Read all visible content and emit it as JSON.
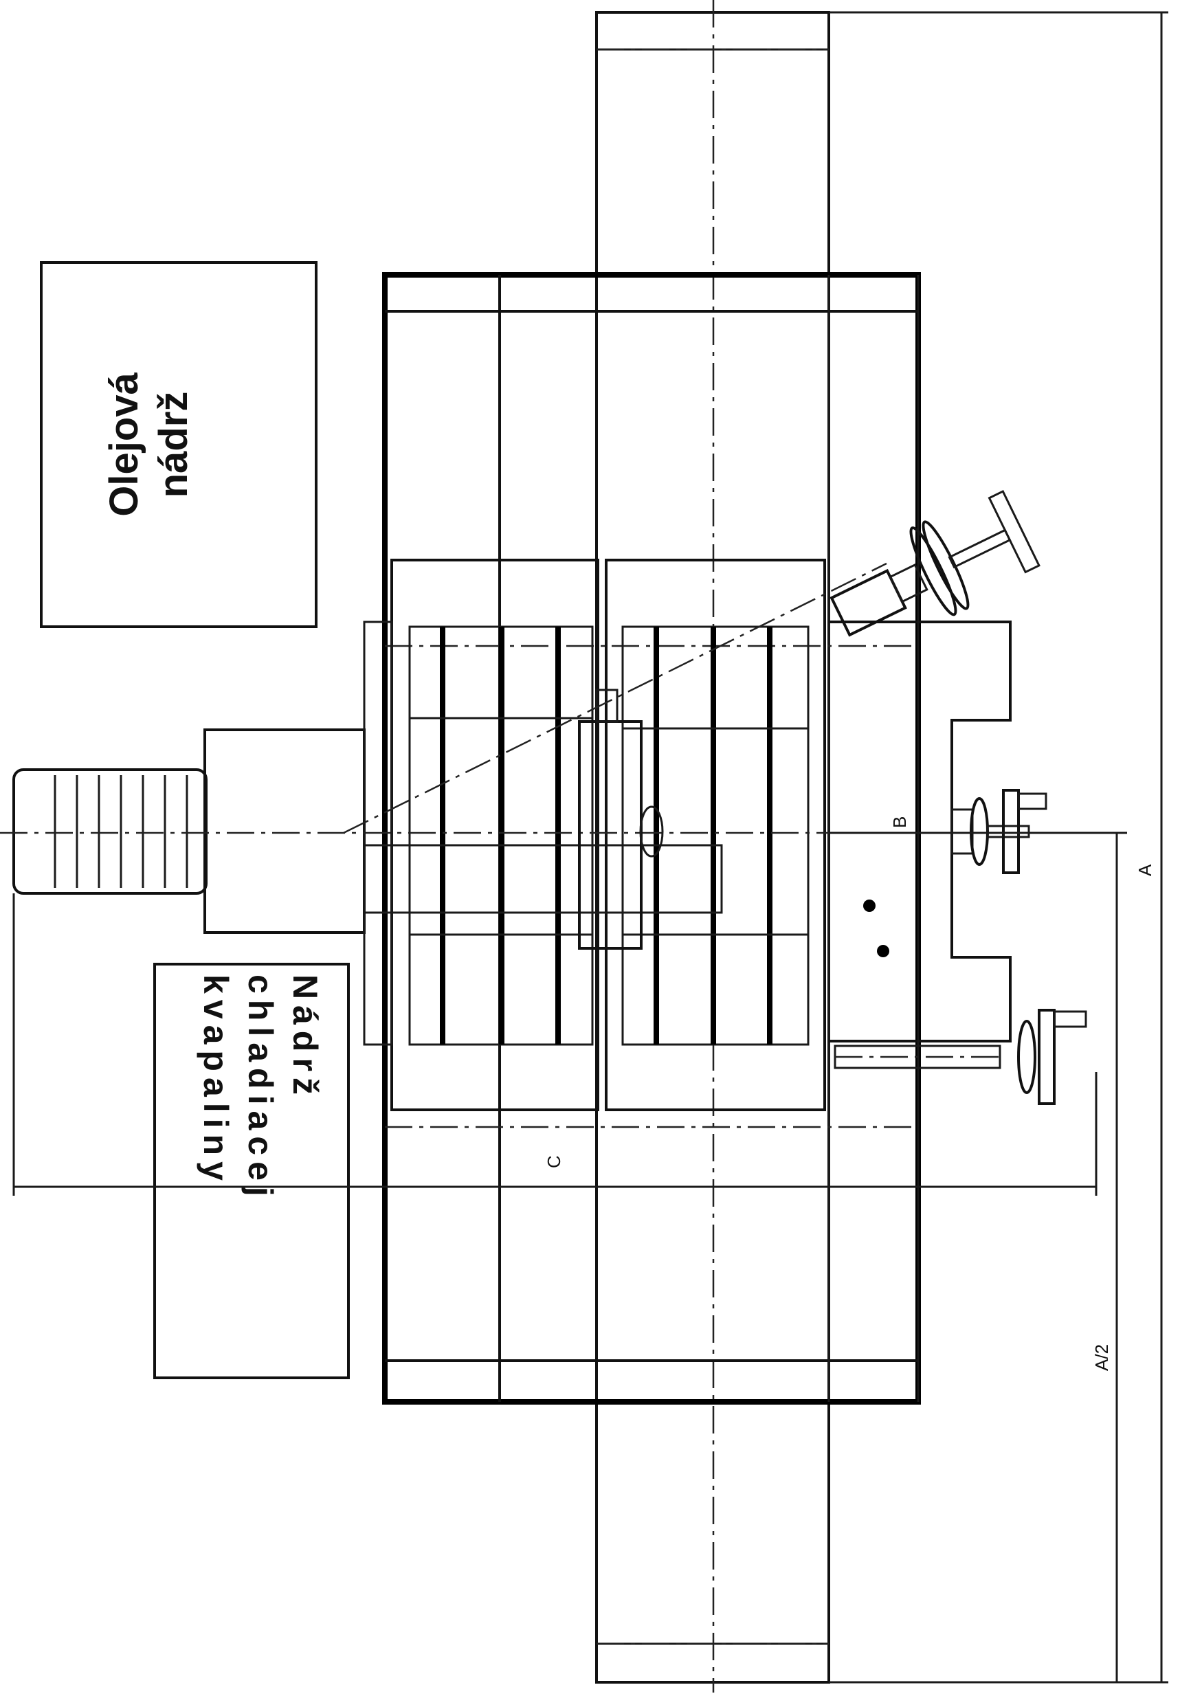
{
  "labels": {
    "oil_tank": {
      "line1": "Olejová",
      "line2": "nádrž"
    },
    "coolant_tank": {
      "line1": "Nádrž",
      "line2": "chladiacej",
      "line3": "kvapaliny"
    },
    "dim_a": "A",
    "dim_a_half": "A/2",
    "dim_b": "B",
    "dim_c": "C"
  }
}
